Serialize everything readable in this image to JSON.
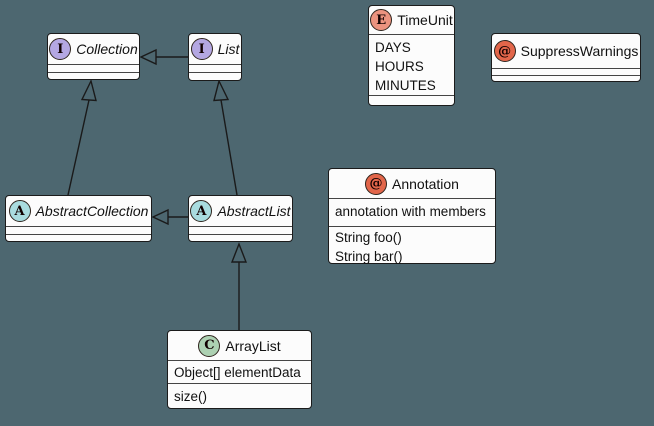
{
  "diagram": {
    "background_color": "#4D6770",
    "box_fill": "#FCFCFC",
    "box_border": "#1B1B1B",
    "separator_color": "#454545",
    "arrow_color": "#1A1A1A"
  },
  "icon_colors": {
    "interface": "#B4A7E2",
    "abstract": "#A9DCDF",
    "enum": "#EB937F",
    "annotation": "#E2664A",
    "class": "#ADD1B2"
  },
  "classes": {
    "collection": {
      "kind": "interface",
      "icon_letter": "I",
      "name": "Collection"
    },
    "list": {
      "kind": "interface",
      "icon_letter": "I",
      "name": "List"
    },
    "timeunit": {
      "kind": "enum",
      "icon_letter": "E",
      "name": "TimeUnit",
      "constants": [
        "DAYS",
        "HOURS",
        "MINUTES"
      ]
    },
    "suppress_warnings": {
      "kind": "annotation",
      "icon_letter": "@",
      "name": "SuppressWarnings"
    },
    "abstract_collection": {
      "kind": "abstract",
      "icon_letter": "A",
      "name": "AbstractCollection"
    },
    "abstract_list": {
      "kind": "abstract",
      "icon_letter": "A",
      "name": "AbstractList"
    },
    "annotation": {
      "kind": "annotation",
      "icon_letter": "@",
      "name": "Annotation",
      "fields": [
        "annotation with members"
      ],
      "methods": [
        "String foo()",
        "String bar()"
      ]
    },
    "array_list": {
      "kind": "class",
      "icon_letter": "C",
      "name": "ArrayList",
      "fields": [
        "Object[] elementData"
      ],
      "methods": [
        "size()"
      ]
    }
  },
  "relations": [
    {
      "from": "List",
      "to": "Collection",
      "type": "generalization"
    },
    {
      "from": "AbstractCollection",
      "to": "Collection",
      "type": "generalization"
    },
    {
      "from": "AbstractList",
      "to": "List",
      "type": "generalization"
    },
    {
      "from": "AbstractList",
      "to": "AbstractCollection",
      "type": "generalization"
    },
    {
      "from": "ArrayList",
      "to": "AbstractList",
      "type": "generalization"
    }
  ]
}
